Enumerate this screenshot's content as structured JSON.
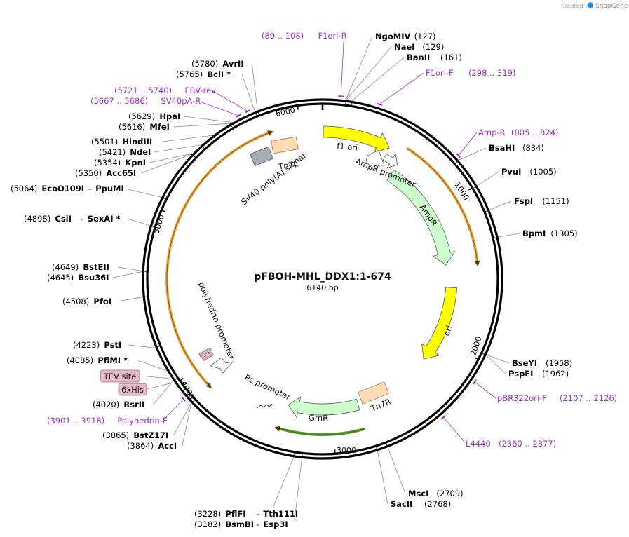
{
  "credit": {
    "text": "Created by",
    "brand": "SnapGene"
  },
  "plasmid": {
    "name": "pFBOH-MHL_DDX1:1-674",
    "size_label": "6140 bp",
    "length": 6140
  },
  "ticks": [
    {
      "pos": 0,
      "label": ""
    },
    {
      "pos": 1000,
      "label": "1000"
    },
    {
      "pos": 2000,
      "label": "2000"
    },
    {
      "pos": 3000,
      "label": "3000"
    },
    {
      "pos": 4000,
      "label": "4000"
    },
    {
      "pos": 5000,
      "label": "5000"
    },
    {
      "pos": 6000,
      "label": "6000"
    }
  ],
  "sites": [
    {
      "name": "NgoMIV",
      "pos": "(127)",
      "at": 127
    },
    {
      "name": "NaeI",
      "pos": "(129)",
      "at": 129
    },
    {
      "name": "BanII",
      "pos": "(161)",
      "at": 161
    },
    {
      "name": "BsaHI",
      "pos": "(834)",
      "at": 834
    },
    {
      "name": "PvuI",
      "pos": "(1005)",
      "at": 1005
    },
    {
      "name": "FspI",
      "pos": "(1151)",
      "at": 1151
    },
    {
      "name": "BpmI",
      "pos": "(1305)",
      "at": 1305
    },
    {
      "name": "BseYI",
      "pos": "(1958)",
      "at": 1958
    },
    {
      "name": "PspFI",
      "pos": "(1962)",
      "at": 1962
    },
    {
      "name": "MscI",
      "pos": "(2709)",
      "at": 2709
    },
    {
      "name": "SacII",
      "pos": "(2768)",
      "at": 2768
    },
    {
      "name": "PflFI",
      "extra": "Tth111I",
      "pos": "(3228)",
      "at": 3228
    },
    {
      "name": "BsmBI",
      "extra": "Esp3I",
      "pos": "(3182)",
      "at": 3182
    },
    {
      "name": "BstZ17I",
      "pos": "(3865)",
      "at": 3865
    },
    {
      "name": "AccI",
      "pos": "(3864)",
      "at": 3864
    },
    {
      "name": "RsrII",
      "pos": "(4020)",
      "at": 4020
    },
    {
      "name": "PflMI *",
      "pos": "(4085)",
      "at": 4085
    },
    {
      "name": "PstI",
      "pos": "(4223)",
      "at": 4223
    },
    {
      "name": "PfoI",
      "pos": "(4508)",
      "at": 4508
    },
    {
      "name": "Bsu36I",
      "pos": "(4645)",
      "at": 4645
    },
    {
      "name": "BstEII",
      "pos": "(4649)",
      "at": 4649
    },
    {
      "name": "CsiI",
      "extra": "SexAI *",
      "pos": "(4898)",
      "at": 4898
    },
    {
      "name": "EcoO109I",
      "extra": "PpuMI",
      "pos": "(5064)",
      "at": 5064
    },
    {
      "name": "Acc65I",
      "pos": "(5350)",
      "at": 5350
    },
    {
      "name": "KpnI",
      "pos": "(5354)",
      "at": 5354
    },
    {
      "name": "NdeI",
      "pos": "(5421)",
      "at": 5421
    },
    {
      "name": "HindIII",
      "pos": "(5501)",
      "at": 5501
    },
    {
      "name": "MfeI",
      "pos": "(5616)",
      "at": 5616
    },
    {
      "name": "HpaI",
      "pos": "(5629)",
      "at": 5629
    },
    {
      "name": "BclI *",
      "pos": "(5765)",
      "at": 5765
    },
    {
      "name": "AvrII",
      "pos": "(5780)",
      "at": 5780
    }
  ],
  "primers": [
    {
      "name": "F1ori-R",
      "range": "(89 .. 108)",
      "at": 98
    },
    {
      "name": "F1ori-F",
      "range": "(298 .. 319)",
      "at": 308
    },
    {
      "name": "Amp-R",
      "range": "(805 .. 824)",
      "at": 814
    },
    {
      "name": "pBR322ori-F",
      "range": "(2107 .. 2126)",
      "at": 2116
    },
    {
      "name": "L4440",
      "range": "(2360 .. 2377)",
      "at": 2368
    },
    {
      "name": "Polyhedrin-F",
      "range": "(3901 .. 3918)",
      "at": 3909
    },
    {
      "name": "EBV-rev",
      "range": "(5721 .. 5740)",
      "at": 5730
    },
    {
      "name": "SV40pA-R",
      "range": "(5667 .. 5686)",
      "at": 5676
    }
  ],
  "features": [
    {
      "name": "f1 ori",
      "color": "#ffff00",
      "start": 5,
      "end": 460
    },
    {
      "name": "AmpR promoter",
      "color": "#ffffff",
      "start": 460,
      "end": 565
    },
    {
      "name": "AmpR",
      "color": "#ccffcc",
      "start": 565,
      "end": 1425
    },
    {
      "name": "ori",
      "color": "#ffff00",
      "start": 1600,
      "end": 2190
    },
    {
      "name": "Tn7R",
      "color": "#ffdcb4",
      "start": 2550,
      "end": 2770
    },
    {
      "name": "GmR",
      "color": "#ccffcc",
      "start": 2800,
      "end": 3330
    },
    {
      "name": "Pc promoter",
      "color": "#ffffff",
      "start": 3420,
      "end": 3520
    },
    {
      "name": "polyhedrin promoter",
      "color": "#ffffff",
      "start": 4130,
      "end": 4220
    },
    {
      "name": "SV40 poly(A) signal",
      "color": "#a8acb4",
      "start": 5630,
      "end": 5760
    },
    {
      "name": "Tn7L",
      "color": "#ffdcb4",
      "start": 5770,
      "end": 5950
    }
  ],
  "badges": [
    {
      "name": "TEV site",
      "color": "#e6b8c8"
    },
    {
      "name": "6xHis",
      "color": "#e6b8c8"
    }
  ],
  "colors": {
    "backbone": "#000000",
    "primer": "#9b30c9",
    "orf_orange": "#e8a23a",
    "orf_green": "#4aa02c"
  }
}
